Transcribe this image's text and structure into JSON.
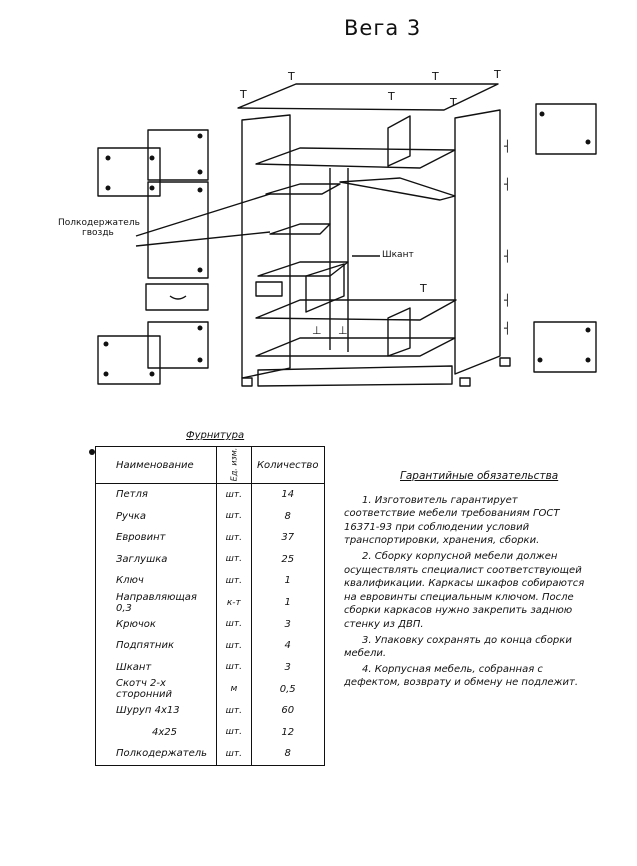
{
  "title": "Вега 3",
  "labels": {
    "shelf_holder_line1": "Полкодержатель",
    "shelf_holder_line2": "гвоздь",
    "dowel": "Шкант"
  },
  "furniture": {
    "caption": "Фурнитура",
    "headers": {
      "name": "Наименование",
      "unit": "Ед. изм.",
      "qty": "Количество"
    },
    "rows": [
      {
        "name": "Петля",
        "unit": "шт.",
        "qty": "14"
      },
      {
        "name": "Ручка",
        "unit": "шт.",
        "qty": "8"
      },
      {
        "name": "Евровинт",
        "unit": "шт.",
        "qty": "37"
      },
      {
        "name": "Заглушка",
        "unit": "шт.",
        "qty": "25"
      },
      {
        "name": "Ключ",
        "unit": "шт.",
        "qty": "1"
      },
      {
        "name": "Направляющая 0,3",
        "unit": "к-т",
        "qty": "1"
      },
      {
        "name": "Крючок",
        "unit": "шт.",
        "qty": "3"
      },
      {
        "name": "Подпятник",
        "unit": "шт.",
        "qty": "4"
      },
      {
        "name": "Шкант",
        "unit": "шт.",
        "qty": "3"
      },
      {
        "name": "Скотч 2-х сторонний",
        "unit": "м",
        "qty": "0,5"
      },
      {
        "name": "Шуруп 4х13",
        "unit": "шт.",
        "qty": "60"
      },
      {
        "name": "4х25",
        "unit": "шт.",
        "qty": "12"
      },
      {
        "name": "Полкодержатель",
        "unit": "шт.",
        "qty": "8"
      }
    ]
  },
  "warranty": {
    "title": "Гарантийные обязательства",
    "items": [
      "1. Изготовитель гарантирует соответствие мебели требованиям ГОСТ 16371-93 при соблюдении условий транспортировки, хранения, сборки.",
      "2. Сборку корпусной мебели должен осуществлять специалист соответствующей квалификации. Каркасы шкафов собираются на евровинты специальным ключом. После сборки каркасов нужно закрепить заднюю стенку из ДВП.",
      "3. Упаковку сохранять до конца сборки мебели.",
      "4. Корпусная мебель, собранная с дефектом, возврату и обмену не подлежит."
    ]
  }
}
